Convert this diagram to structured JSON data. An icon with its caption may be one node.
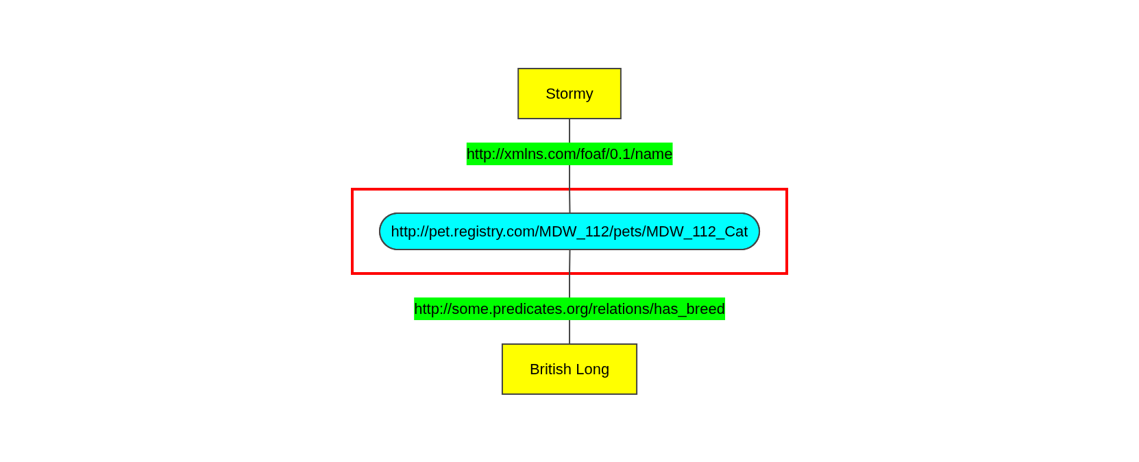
{
  "diagram": {
    "nodes": [
      {
        "text": [
          "Stormy"
        ]
      },
      {
        "text": [],
        "shape": "box"
      },
      {
        "text": [
          "http://pet.registry.com/MDW_112/pets/MDW_112_Cat"
        ],
        "in": 1
      },
      {
        "text": [
          "British Long"
        ]
      }
    ],
    "edges": [
      {
        "from": 0,
        "to": 2,
        "arrow": "none",
        "label": "http://xmlns.com/foaf/0.1/name"
      },
      {
        "from": 2,
        "to": 3,
        "arrow": "none",
        "label": "http://some.predicates.org/relations/has_breed"
      }
    ]
  }
}
